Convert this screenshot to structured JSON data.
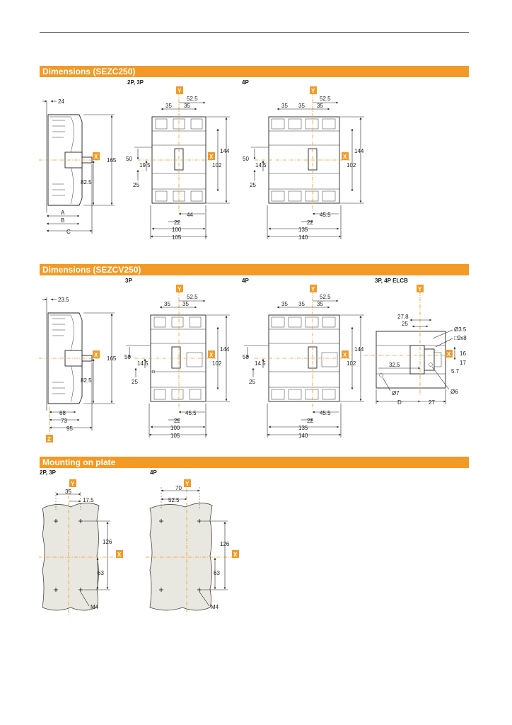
{
  "sections": {
    "s1": {
      "title": "Dimensions (SEZC250)",
      "sub_a": "2P, 3P",
      "sub_b": "4P"
    },
    "s2": {
      "title": "Dimensions (SEZCV250)",
      "sub_a": "3P",
      "sub_b": "4P",
      "sub_c": "3P, 4P ELCB"
    },
    "s3": {
      "title": "Mounting on plate",
      "sub_a": "2P, 3P",
      "sub_b": "4P"
    }
  },
  "axes": {
    "x": "X",
    "y": "Y",
    "z": "Z"
  },
  "s1_side": {
    "d24": "24",
    "d165": "165",
    "d82_5": "82.5",
    "a": "A",
    "b": "B",
    "c": "C"
  },
  "s1_front23": {
    "d52_5": "52.5",
    "d35a": "35",
    "d35b": "35",
    "d50": "50",
    "d19_5": "19.5",
    "d25": "25",
    "d144": "144",
    "d102": "102",
    "d44": "44",
    "d22": "22",
    "d100": "100",
    "d105": "105"
  },
  "s1_front4": {
    "d52_5": "52.5",
    "d35a": "35",
    "d35b": "35",
    "d35c": "35",
    "d50": "50",
    "d14_5": "14.5",
    "d25": "25",
    "d144": "144",
    "d102": "102",
    "d45_5": "45.5",
    "d22": "22",
    "d135": "135",
    "d140": "140"
  },
  "s2_side": {
    "d23_5": "23.5",
    "d165": "165",
    "d82_5": "82.5",
    "d68": "68",
    "d73": "73",
    "d95": "95"
  },
  "s2_front3": {
    "d52_5": "52.5",
    "d35a": "35",
    "d35b": "35",
    "d50": "50",
    "d14_5": "14.5",
    "d25": "25",
    "d144": "144",
    "d102": "102",
    "d45_5": "45.5",
    "d22": "22",
    "d100": "100",
    "d105": "105"
  },
  "s2_front4": {
    "d52_5": "52.5",
    "d35a": "35",
    "d35b": "35",
    "d35c": "35",
    "d50": "50",
    "d14_5": "14.5",
    "d25": "25",
    "d144": "144",
    "d102": "102",
    "d45_5": "45.5",
    "d22": "22",
    "d135": "135",
    "d140": "140"
  },
  "s2_elcb": {
    "d27_8": "27.8",
    "d25": "25",
    "d3_5": "Ø3.5",
    "d9x8": "□9x8",
    "d16": "16",
    "d17": "17",
    "d5_7": "5.7",
    "d32_5": "32.5",
    "d7": "Ø7",
    "d6": "Ø6",
    "d": "D",
    "d27": "27"
  },
  "s3_plate23": {
    "d35": "35",
    "d17_5": "17.5",
    "d126": "126",
    "d63": "63",
    "m4": "M4"
  },
  "s3_plate4": {
    "d70": "70",
    "d52_5": "52.5",
    "d126": "126",
    "d63": "63",
    "m4": "M4"
  }
}
